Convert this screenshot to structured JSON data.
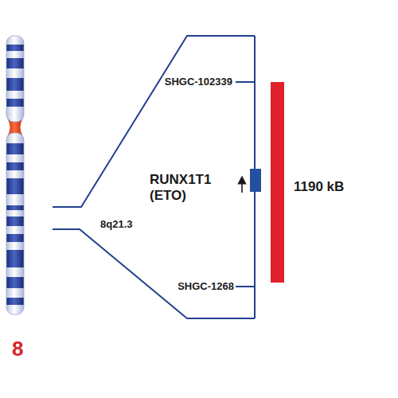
{
  "diagram": {
    "labels": [
      "SHGC-102339",
      "RUNX1T1 (ETO)",
      "8q21.3",
      "1190 kB",
      "SHGC-1268",
      "8"
    ]
  }
}
